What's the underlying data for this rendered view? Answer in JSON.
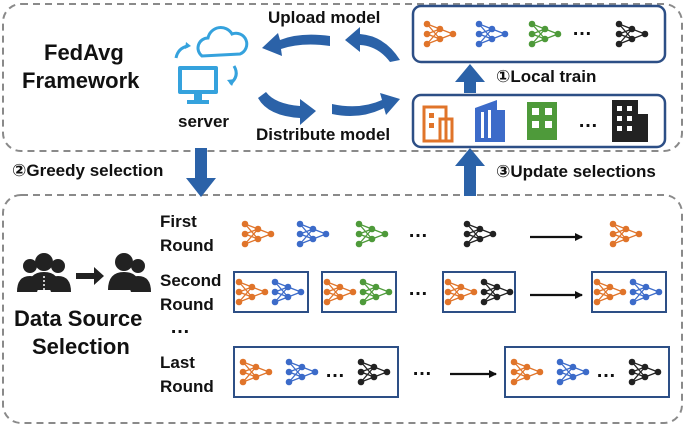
{
  "framework": {
    "title_line1": "FedAvg",
    "title_line2": "Framework"
  },
  "server": {
    "label": "server"
  },
  "flows": {
    "upload": "Upload model",
    "distribute": "Distribute model",
    "local_train": "①Local train",
    "greedy": "②Greedy selection",
    "update": "③Update selections"
  },
  "selection": {
    "title_line1": "Data Source",
    "title_line2": "Selection"
  },
  "rounds": {
    "first_line1": "First",
    "first_line2": "Round",
    "second_line1": "Second",
    "second_line2": "Round",
    "last_line1": "Last",
    "last_line2": "Round",
    "between": "…"
  },
  "ellipsis": "…",
  "colors": {
    "orange": "#e0742a",
    "blue": "#3c6bc9",
    "green": "#4e9a3a",
    "black": "#222222",
    "arrow_blue": "#2b62a8",
    "box_border": "#2d4f86",
    "dash": "#8a8a8a",
    "cloud": "#35a2dd"
  },
  "icons": [
    "cloud-server-icon",
    "people-icon",
    "neural-net-icon",
    "building-icon"
  ]
}
